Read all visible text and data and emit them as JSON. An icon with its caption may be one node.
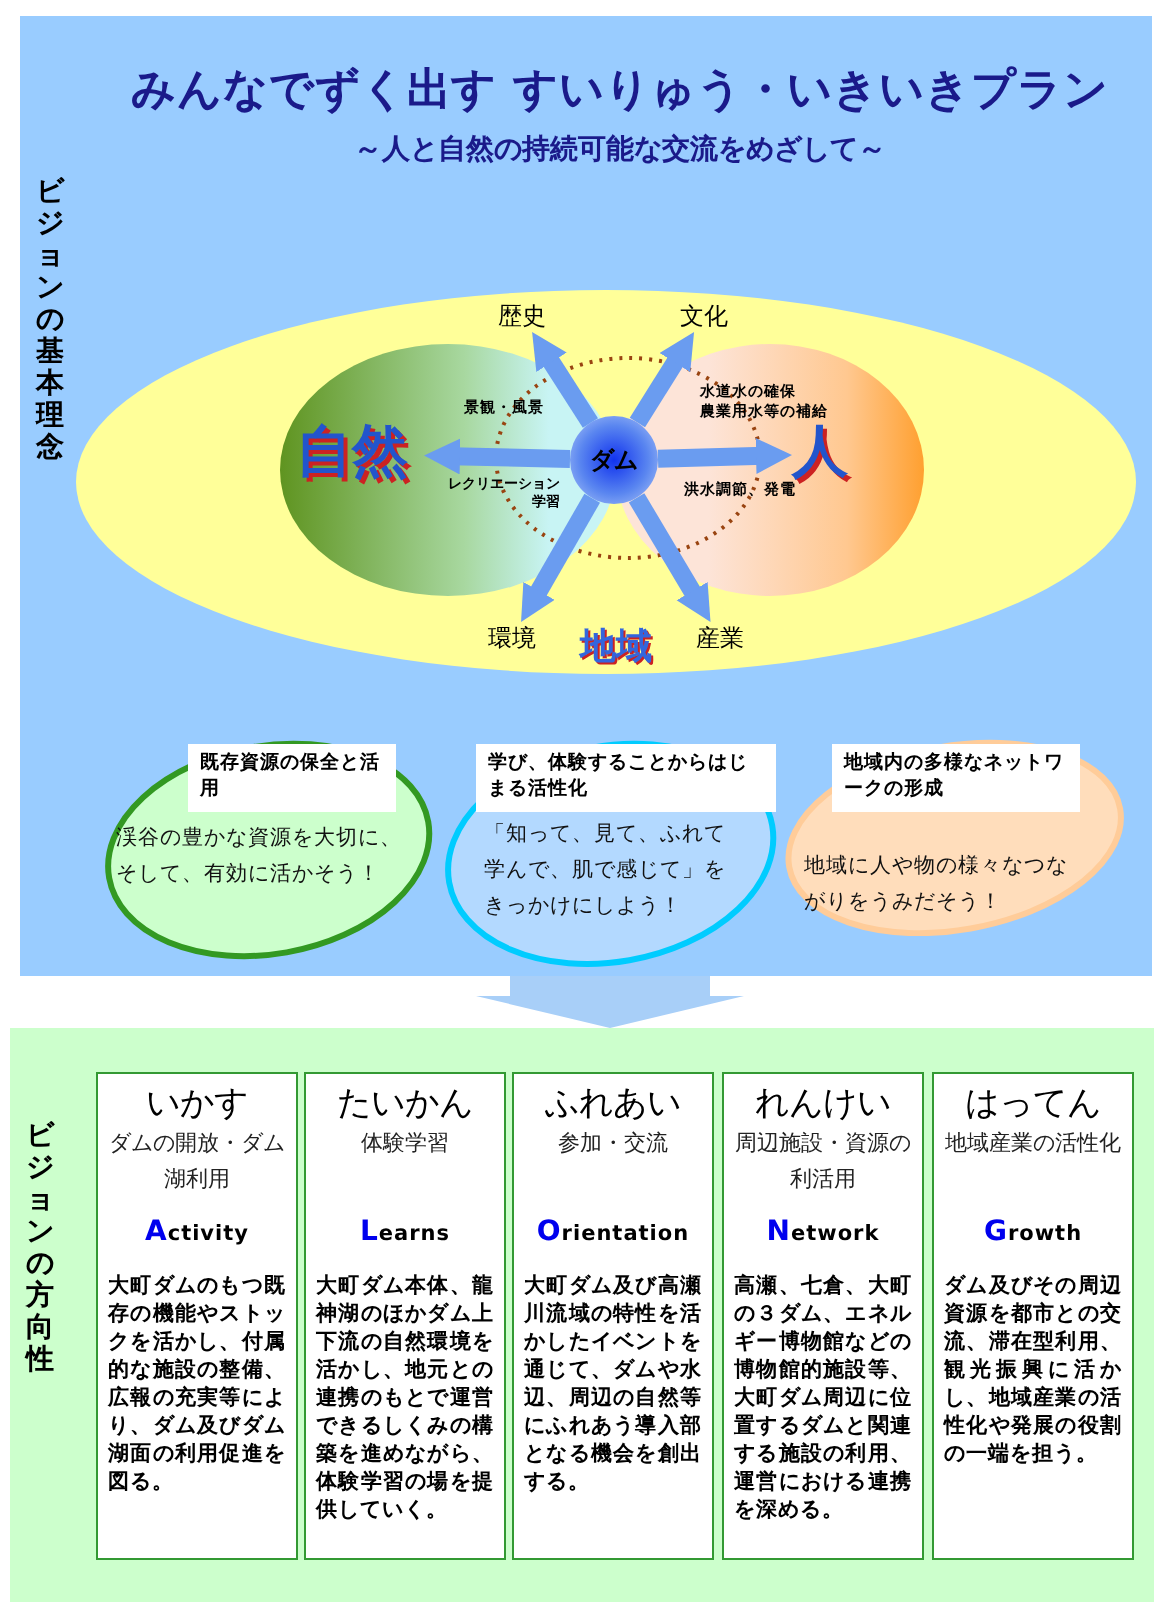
{
  "diagram": {
    "title": "みんなでずく出す すいりゅう・いきいきプラン",
    "nodes": [
      {
        "text": [
          "ビジョンの基本理念"
        ]
      },
      {
        "text": [
          "地域"
        ],
        "in": 0
      },
      {
        "text": [
          "歴史"
        ],
        "in": 1
      },
      {
        "text": [
          "文化"
        ],
        "in": 1
      },
      {
        "text": [
          "自然"
        ],
        "in": 1
      },
      {
        "text": [
          "ダム"
        ],
        "in": 1
      },
      {
        "text": [
          "人"
        ],
        "in": 1
      },
      {
        "text": [
          "環境"
        ],
        "in": 1
      },
      {
        "text": [
          "産業"
        ],
        "in": 1
      },
      {
        "text": [
          "既存資源の保全と活用",
          "渓谷の豊かな資源を大切に、そして、有効に活かそう！"
        ],
        "in": 0
      },
      {
        "text": [
          "学び、体験することからはじまる活性化",
          "「知って、見て、ふれて学んで、肌で感じて」をきっかけにしよう！"
        ],
        "in": 0
      },
      {
        "text": [
          "地域内の多様なネットワークの形成",
          "地域に人や物の様々なつながりをうみだそう！"
        ],
        "in": 0
      },
      {
        "text": [
          "ビジョンの方向性"
        ]
      },
      {
        "text": [
          "いかす",
          "ダムの開放・ダム湖利用",
          "Activity",
          "大町ダムのもつ既存の機能やストックを活かし、付属的な施設の整備、広報の充実等により、ダム及びダム湖面の利用促進を図る。"
        ],
        "in": 12
      },
      {
        "text": [
          "たいかん",
          "体験学習",
          "Learns",
          "大町ダム本体、龍神湖のほかダム上下流の自然環境を活かし、地元との連携のもとで運営できるしくみの構築を進めながら、体験学習の場を提供していく。"
        ],
        "in": 12
      },
      {
        "text": [
          "ふれあい",
          "参加・交流",
          "Orientation",
          "大町ダム及び高瀬川流域の特性を活かしたイベントを通じて、ダムや水辺、周辺の自然等にふれあう導入部となる機会を創出する。"
        ],
        "in": 12
      },
      {
        "text": [
          "れんけい",
          "周辺施設・資源の利活用",
          "Network",
          "高瀬、七倉、大町の３ダム、エネルギー博物館などの博物館的施設等、大町ダム周辺に位置するダムと関連する施設の利用、運営における連携を深める。"
        ],
        "in": 12
      },
      {
        "text": [
          "はってん",
          "地域産業の活性化",
          "Growth",
          "ダム及びその周辺資源を都市との交流、滞在型利用、観光振興に活かし、地域産業の活性化や発展の役割の一端を担う。"
        ],
        "in": 12
      }
    ],
    "edges": [
      {
        "from": 5,
        "to": 4,
        "arrow": "to"
      },
      {
        "from": 5,
        "to": 6,
        "arrow": "to"
      },
      {
        "from": 5,
        "to": 2,
        "arrow": "to"
      },
      {
        "from": 5,
        "to": 3,
        "arrow": "to"
      },
      {
        "from": 5,
        "to": 7,
        "arrow": "to"
      },
      {
        "from": 5,
        "to": 8,
        "arrow": "to"
      },
      {
        "from": 0,
        "to": 12,
        "arrow": "to"
      }
    ],
    "labels": [
      "～人と自然の持続可能な交流をめざして～",
      "景観・風景",
      "レクリエーション学習",
      "水道水の確保",
      "農業用水等の補給",
      "洪水調節、発電"
    ]
  }
}
